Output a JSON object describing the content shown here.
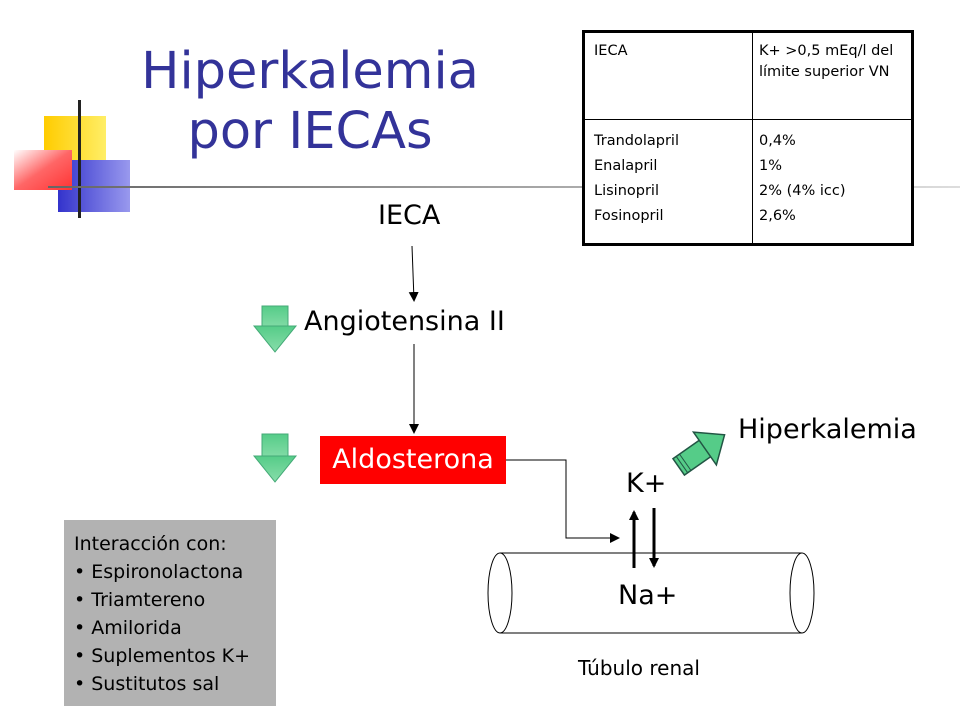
{
  "title": {
    "line1": "Hiperkalemia",
    "line2": "por IECAs"
  },
  "table": {
    "header": [
      "IECA",
      "K+ >0,5 mEq/l del límite superior VN"
    ],
    "drugs": [
      "Trandolapril",
      "Enalapril",
      "Lisinopril",
      "Fosinopril"
    ],
    "values": [
      "0,4%",
      "1%",
      "2% (4% icc)",
      "2,6%"
    ]
  },
  "nodes": {
    "ieca": "IECA",
    "angiotensina": "Angiotensina II",
    "aldosterona": "Aldosterona",
    "hiperkalemia": "Hiperkalemia",
    "k": "K+",
    "na": "Na+"
  },
  "tubulo": "Túbulo renal",
  "interaction": {
    "header": "Interacción con:",
    "items": [
      "Espironolactona",
      "Triamtereno",
      "Amilorida",
      "Suplementos K+",
      "Sustitutos sal"
    ]
  },
  "colors": {
    "title": "#333399",
    "aldosterona_bg": "#ff0000",
    "arrow_green": "#66cc99",
    "interaction_bg": "#b2b2b2"
  }
}
